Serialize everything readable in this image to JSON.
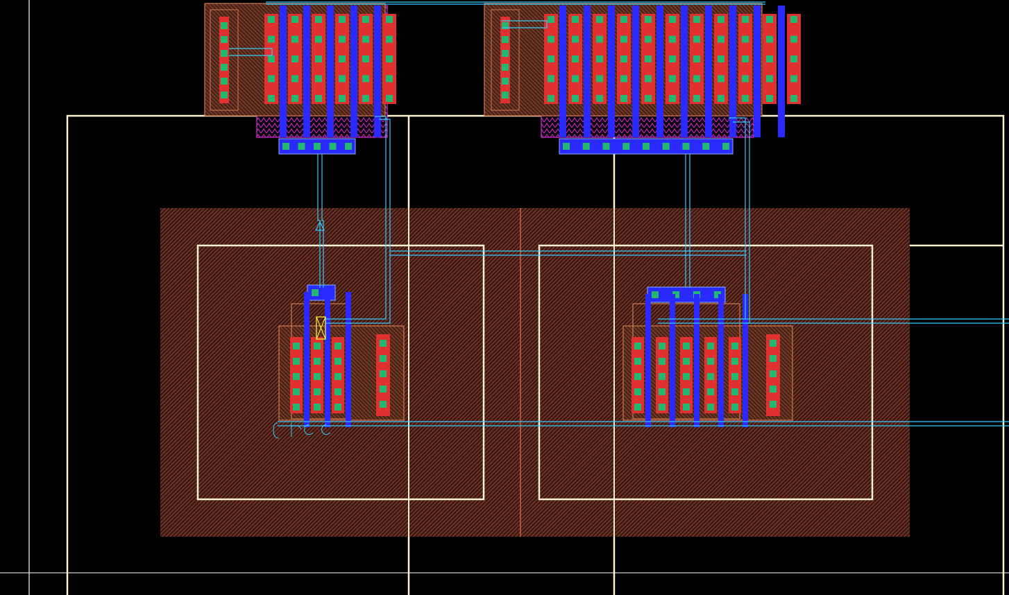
{
  "app": {
    "view": "layout-canvas"
  },
  "colors": {
    "background": "#000000",
    "boundary": "#fff2d0",
    "grid_line": "#ffffff",
    "nwell_fill": "#5a2a20",
    "nwell_hatch": "#b04a35",
    "diffusion": "#7a3a2a",
    "poly": "#e03030",
    "metal1": "#2a2aff",
    "contact": "#22b870",
    "metal2": "#33ccff",
    "implant": "#ff33ff",
    "label": "#ffff33"
  },
  "layout": {
    "top_left_array": {
      "fingers": 6,
      "contacts_per_finger": 5
    },
    "top_right_array": {
      "fingers": 11,
      "contacts_per_finger": 5
    },
    "strap_left": {
      "contacts": 5
    },
    "strap_right": {
      "contacts": 9
    },
    "bottom_left_device": {
      "fingers": 3,
      "contacts_per_finger": 5
    },
    "bottom_right_device": {
      "fingers": 5,
      "contacts_per_finger": 5
    }
  }
}
